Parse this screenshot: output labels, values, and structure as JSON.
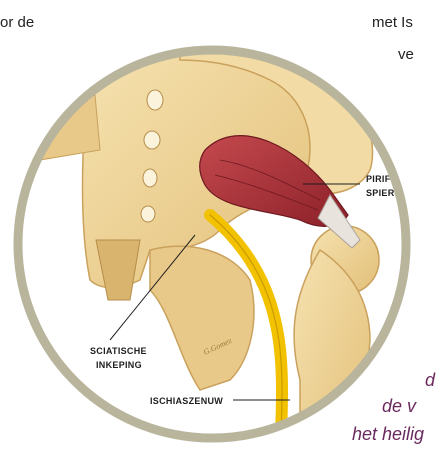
{
  "text_fragments": {
    "top_left": "or de",
    "top_right_1": "met Is",
    "top_right_2": "ve"
  },
  "captions": {
    "line1": "d",
    "line2": "de v",
    "line3": "het heilig"
  },
  "figure": {
    "labels": {
      "piriformis_1": "PIRIFORMIS",
      "piriformis_2": "SPIER",
      "notch_1": "SCIATISCHE",
      "notch_2": "INKEPING",
      "nerve": "ISCHIASZENUW"
    },
    "signature": "G.Gomez",
    "colors": {
      "frame": "#b9b59c",
      "bone": "#efd49a",
      "bone_shadow": "#d7b26a",
      "muscle": "#a82d35",
      "nerve": "#f2c200",
      "caption": "#6b2a5e"
    }
  }
}
